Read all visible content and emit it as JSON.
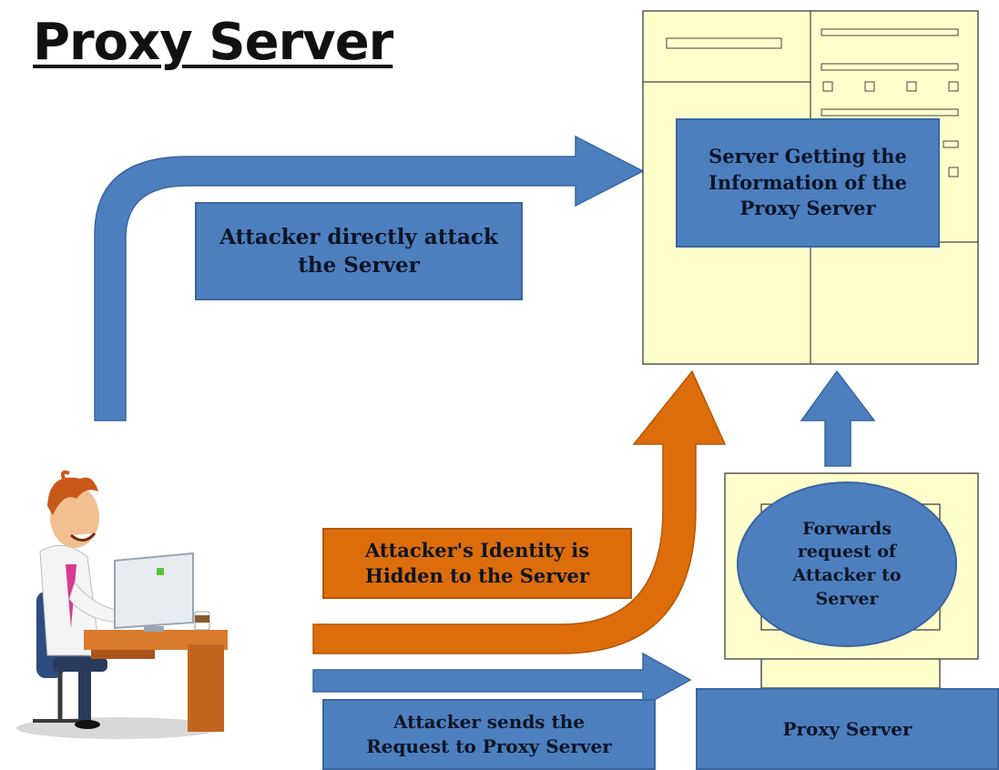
{
  "title": "Proxy Server",
  "labels": {
    "direct_attack": "Attacker directly attack the Server",
    "server_info": "Server Getting the Information of the Proxy Server",
    "identity_hidden": "Attacker's Identity is Hidden to the Server",
    "forwards": "Forwards request of Attacker to Server",
    "sends_request": "Attacker sends the Request to Proxy Server",
    "proxy_server": "Proxy Server"
  },
  "colors": {
    "arrow_blue": "#4d7fbf",
    "arrow_orange": "#dd6d0b",
    "box_fill": "#ffffcc"
  }
}
